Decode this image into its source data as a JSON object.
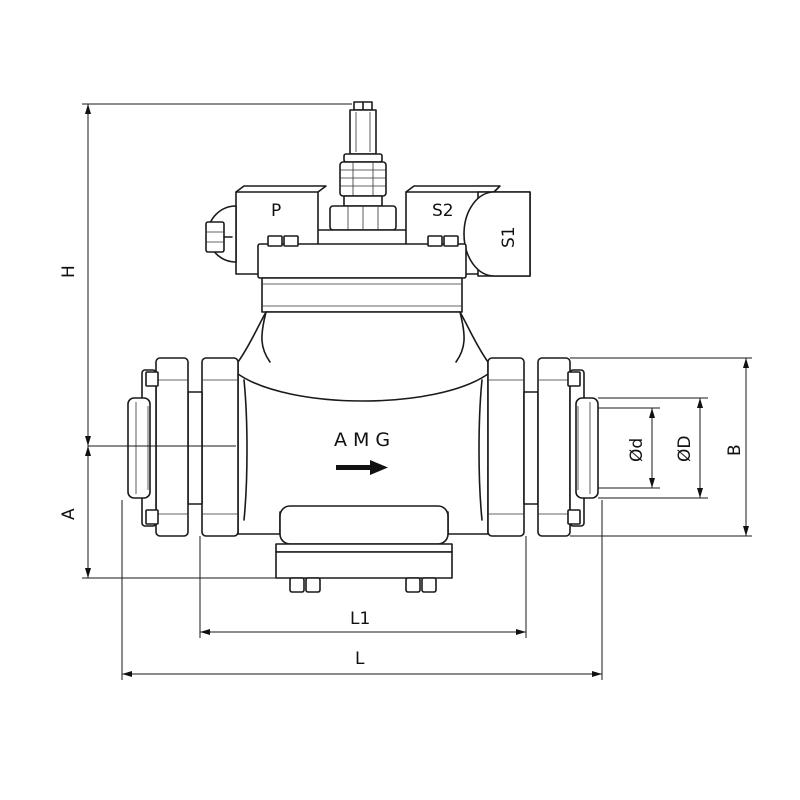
{
  "labels": {
    "pilot_port": "P",
    "sensor_port_2": "S2",
    "sensor_port_1": "S1",
    "brand_mark": "AMG"
  },
  "dimensions": {
    "overall_height": "H",
    "axis_height": "A",
    "flange_outer": "B",
    "bore_small": "Ød",
    "bore_large": "ØD",
    "body_length": "L1",
    "overall_length": "L"
  }
}
